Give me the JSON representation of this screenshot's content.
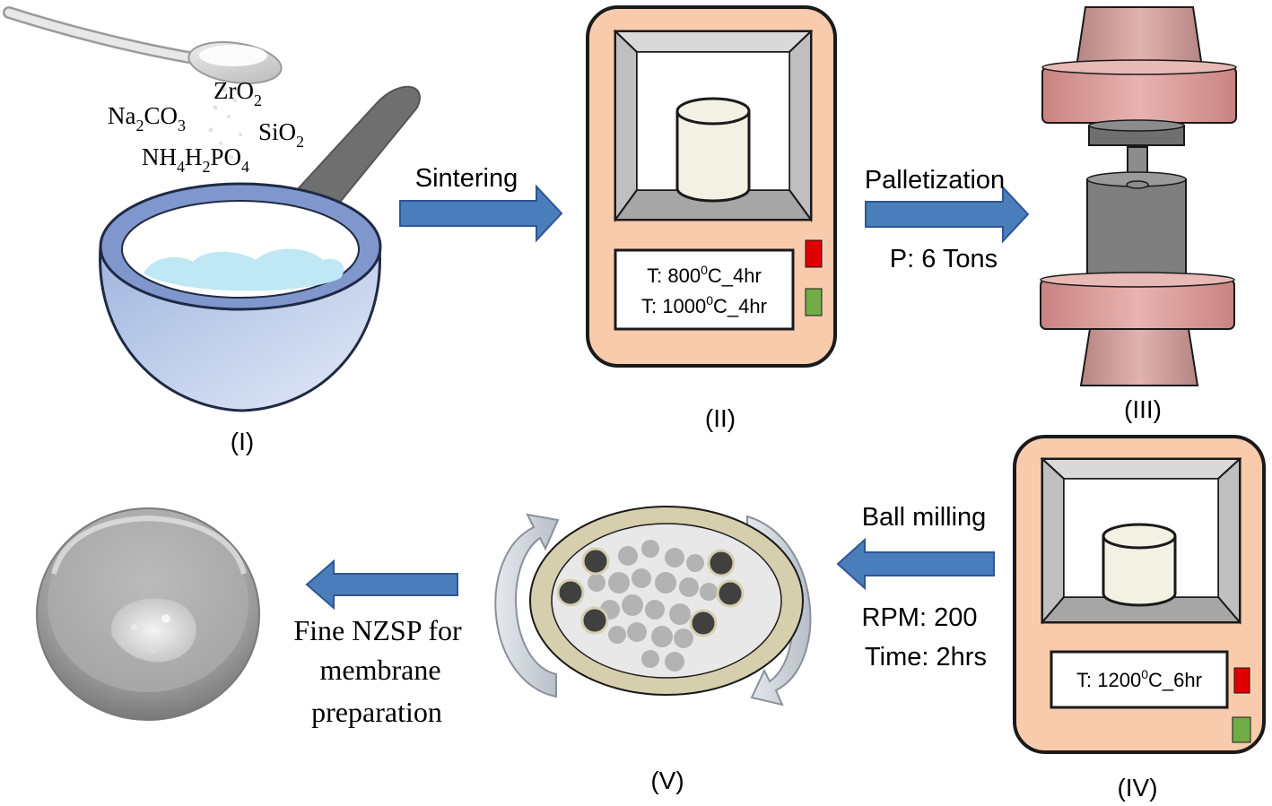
{
  "stages": {
    "s1": {
      "label": "(I)",
      "chemicals": {
        "zro2": {
          "base": "ZrO",
          "sub": "2"
        },
        "na2co3": {
          "p1": "Na",
          "s1": "2",
          "p2": "CO",
          "s2": "3"
        },
        "sio2": {
          "base": "SiO",
          "sub": "2"
        },
        "nh4h2po4": {
          "p1": "NH",
          "s1": "4",
          "p2": "H",
          "s2": "2",
          "p3": "PO",
          "s3": "4"
        }
      }
    },
    "s2": {
      "label": "(II)",
      "line1": {
        "a": "T: 800",
        "sup": "0",
        "b": "C_4hr"
      },
      "line2": {
        "a": "T: 1000",
        "sup": "0",
        "b": "C_4hr"
      }
    },
    "s3": {
      "label": "(III)"
    },
    "s4": {
      "label": "(IV)",
      "line1": {
        "a": "T: 1200",
        "sup": "0",
        "b": "C_6hr"
      }
    },
    "s5": {
      "label": "(V)"
    }
  },
  "arrows": {
    "sintering": "Sintering",
    "palletization": "Palletization",
    "pressure": "P: 6 Tons",
    "ball_milling": "Ball milling",
    "rpm": "RPM: 200",
    "time": "Time: 2hrs"
  },
  "final": {
    "line1": "Fine NZSP for",
    "line2": "membrane",
    "line3": "preparation"
  },
  "colors": {
    "arrow": "#4a7ebb",
    "furnace": "#f8cbad",
    "press": "#d99694",
    "indicator_red": "#e00000",
    "indicator_green": "#70ad47",
    "cylinder": "#f3f1e4",
    "pellet_grey": "#7f7f7f",
    "milling_jar": "#d6cfae"
  }
}
